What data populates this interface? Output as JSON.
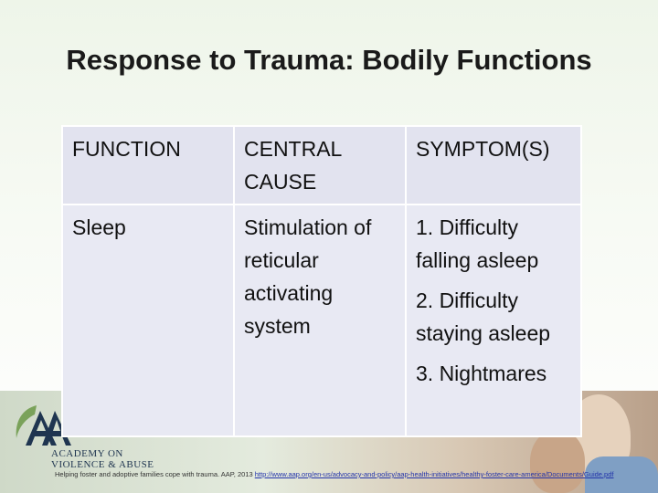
{
  "slide": {
    "title": "Response to Trauma: Bodily Functions"
  },
  "table": {
    "headers": [
      "FUNCTION",
      "CENTRAL CAUSE",
      "SYMPTOM(S)"
    ],
    "rows": [
      {
        "function": "Sleep",
        "cause": "Stimulation of reticular activating system",
        "symptoms": [
          "1. Difficulty falling asleep",
          "2. Difficulty staying asleep",
          "3. Nightmares"
        ]
      }
    ]
  },
  "logo": {
    "line1": "ACADEMY ON",
    "line2": "VIOLENCE & ABUSE"
  },
  "footer": {
    "citation": "Helping foster and adoptive families cope with trauma. AAP, 2013",
    "link": "http://www.aap.org/en-us/advocacy-and-policy/aap-health-initiatives/healthy-foster-care-america/Documents/Guide.pdf"
  },
  "colors": {
    "table_cell": "#e8e9f3",
    "logo_green": "#7aa25a",
    "logo_navy": "#1f3550"
  }
}
